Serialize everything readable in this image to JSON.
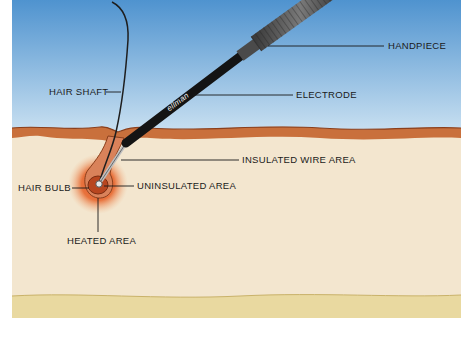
{
  "diagram": {
    "labels": [
      "HANDPIECE",
      "HAIR SHAFT",
      "ELECTRODE",
      "ellman",
      "INSULATED WIRE AREA",
      "HAIR BULB",
      "UNINSULATED AREA",
      "HEATED AREA"
    ]
  }
}
